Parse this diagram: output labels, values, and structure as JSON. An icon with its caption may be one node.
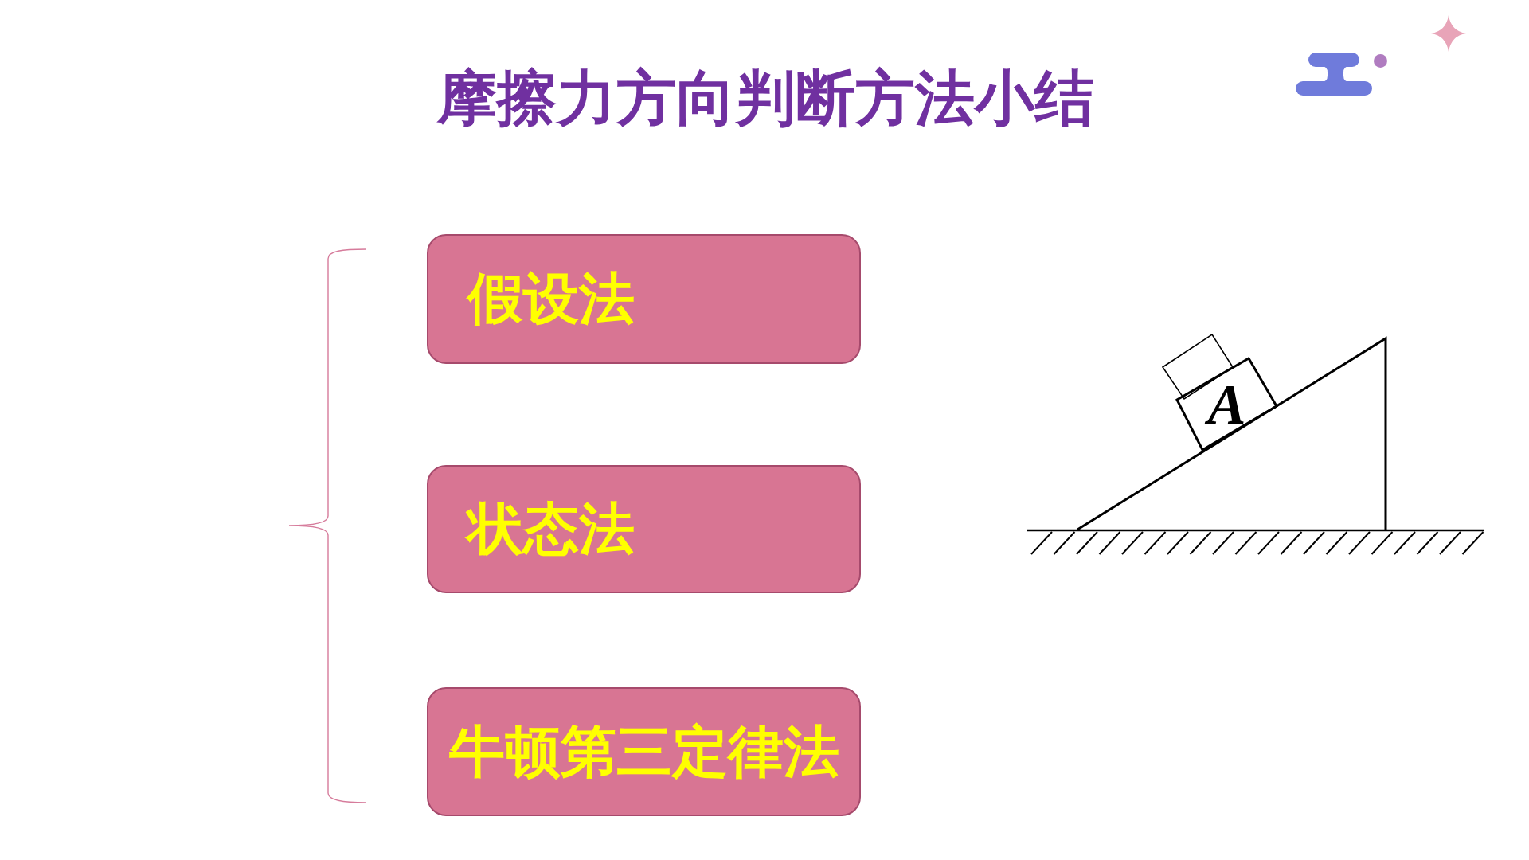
{
  "diagram": {
    "title": "摩擦力方向判断方法小结",
    "nodes": [
      {
        "text": [
          "假设法"
        ]
      },
      {
        "text": [
          "状态法"
        ]
      },
      {
        "text": [
          "牛顿第三定律法"
        ]
      },
      {
        "text": [],
        "shape": "box"
      },
      {
        "text": [
          "A"
        ]
      }
    ]
  }
}
